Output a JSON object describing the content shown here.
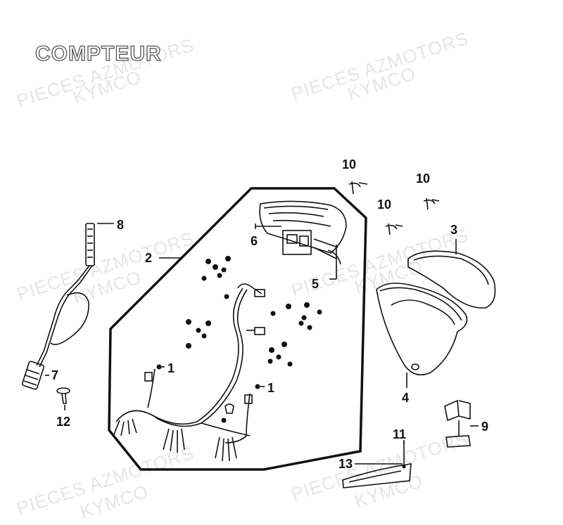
{
  "title": "COMPTEUR",
  "watermark": {
    "line1": "PIECES AZMOTORS",
    "line2": "KYMCO"
  },
  "callouts": {
    "c1a": "1",
    "c1b": "1",
    "c2": "2",
    "c3": "3",
    "c4": "4",
    "c5": "5",
    "c6": "6",
    "c7": "7",
    "c8": "8",
    "c9": "9",
    "c10a": "10",
    "c10b": "10",
    "c10c": "10",
    "c11": "11",
    "c12": "12",
    "c13": "13"
  },
  "colors": {
    "line": "#111111",
    "title_outline": "#555555",
    "watermark": "#b4b4b4"
  }
}
